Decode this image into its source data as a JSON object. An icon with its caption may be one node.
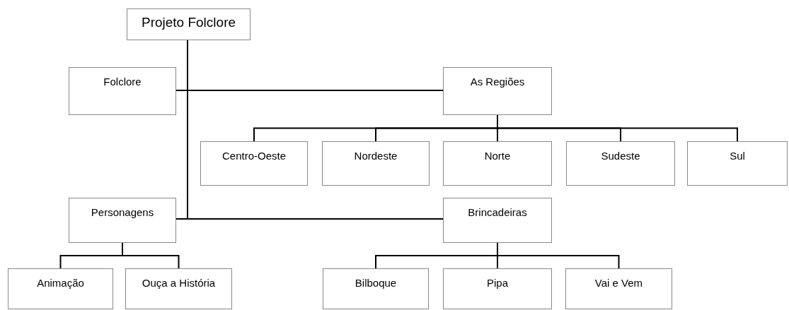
{
  "diagram": {
    "nodes": [
      {
        "text": [
          "Projeto Folclore"
        ]
      },
      {
        "text": [
          "Folclore"
        ]
      },
      {
        "text": [
          "As Regiões"
        ]
      },
      {
        "text": [
          "Centro-Oeste"
        ]
      },
      {
        "text": [
          "Nordeste"
        ]
      },
      {
        "text": [
          "Norte"
        ]
      },
      {
        "text": [
          "Sudeste"
        ]
      },
      {
        "text": [
          "Sul"
        ]
      },
      {
        "text": [
          "Personagens"
        ]
      },
      {
        "text": [
          "Brincadeiras"
        ]
      },
      {
        "text": [
          "Animação"
        ]
      },
      {
        "text": [
          "Ouça a História"
        ]
      },
      {
        "text": [
          "Bilboque"
        ]
      },
      {
        "text": [
          "Pipa"
        ]
      },
      {
        "text": [
          "Vai e Vem"
        ]
      }
    ],
    "edges": [
      {
        "from": 0,
        "to": 1,
        "arrow": "none"
      },
      {
        "from": 0,
        "to": 2,
        "arrow": "none"
      },
      {
        "from": 0,
        "to": 8,
        "arrow": "none"
      },
      {
        "from": 0,
        "to": 9,
        "arrow": "none"
      },
      {
        "from": 2,
        "to": 3,
        "arrow": "none"
      },
      {
        "from": 2,
        "to": 4,
        "arrow": "none"
      },
      {
        "from": 2,
        "to": 5,
        "arrow": "none"
      },
      {
        "from": 2,
        "to": 6,
        "arrow": "none"
      },
      {
        "from": 2,
        "to": 7,
        "arrow": "none"
      },
      {
        "from": 8,
        "to": 10,
        "arrow": "none"
      },
      {
        "from": 8,
        "to": 11,
        "arrow": "none"
      },
      {
        "from": 9,
        "to": 12,
        "arrow": "none"
      },
      {
        "from": 9,
        "to": 13,
        "arrow": "none"
      },
      {
        "from": 9,
        "to": 14,
        "arrow": "none"
      }
    ]
  }
}
